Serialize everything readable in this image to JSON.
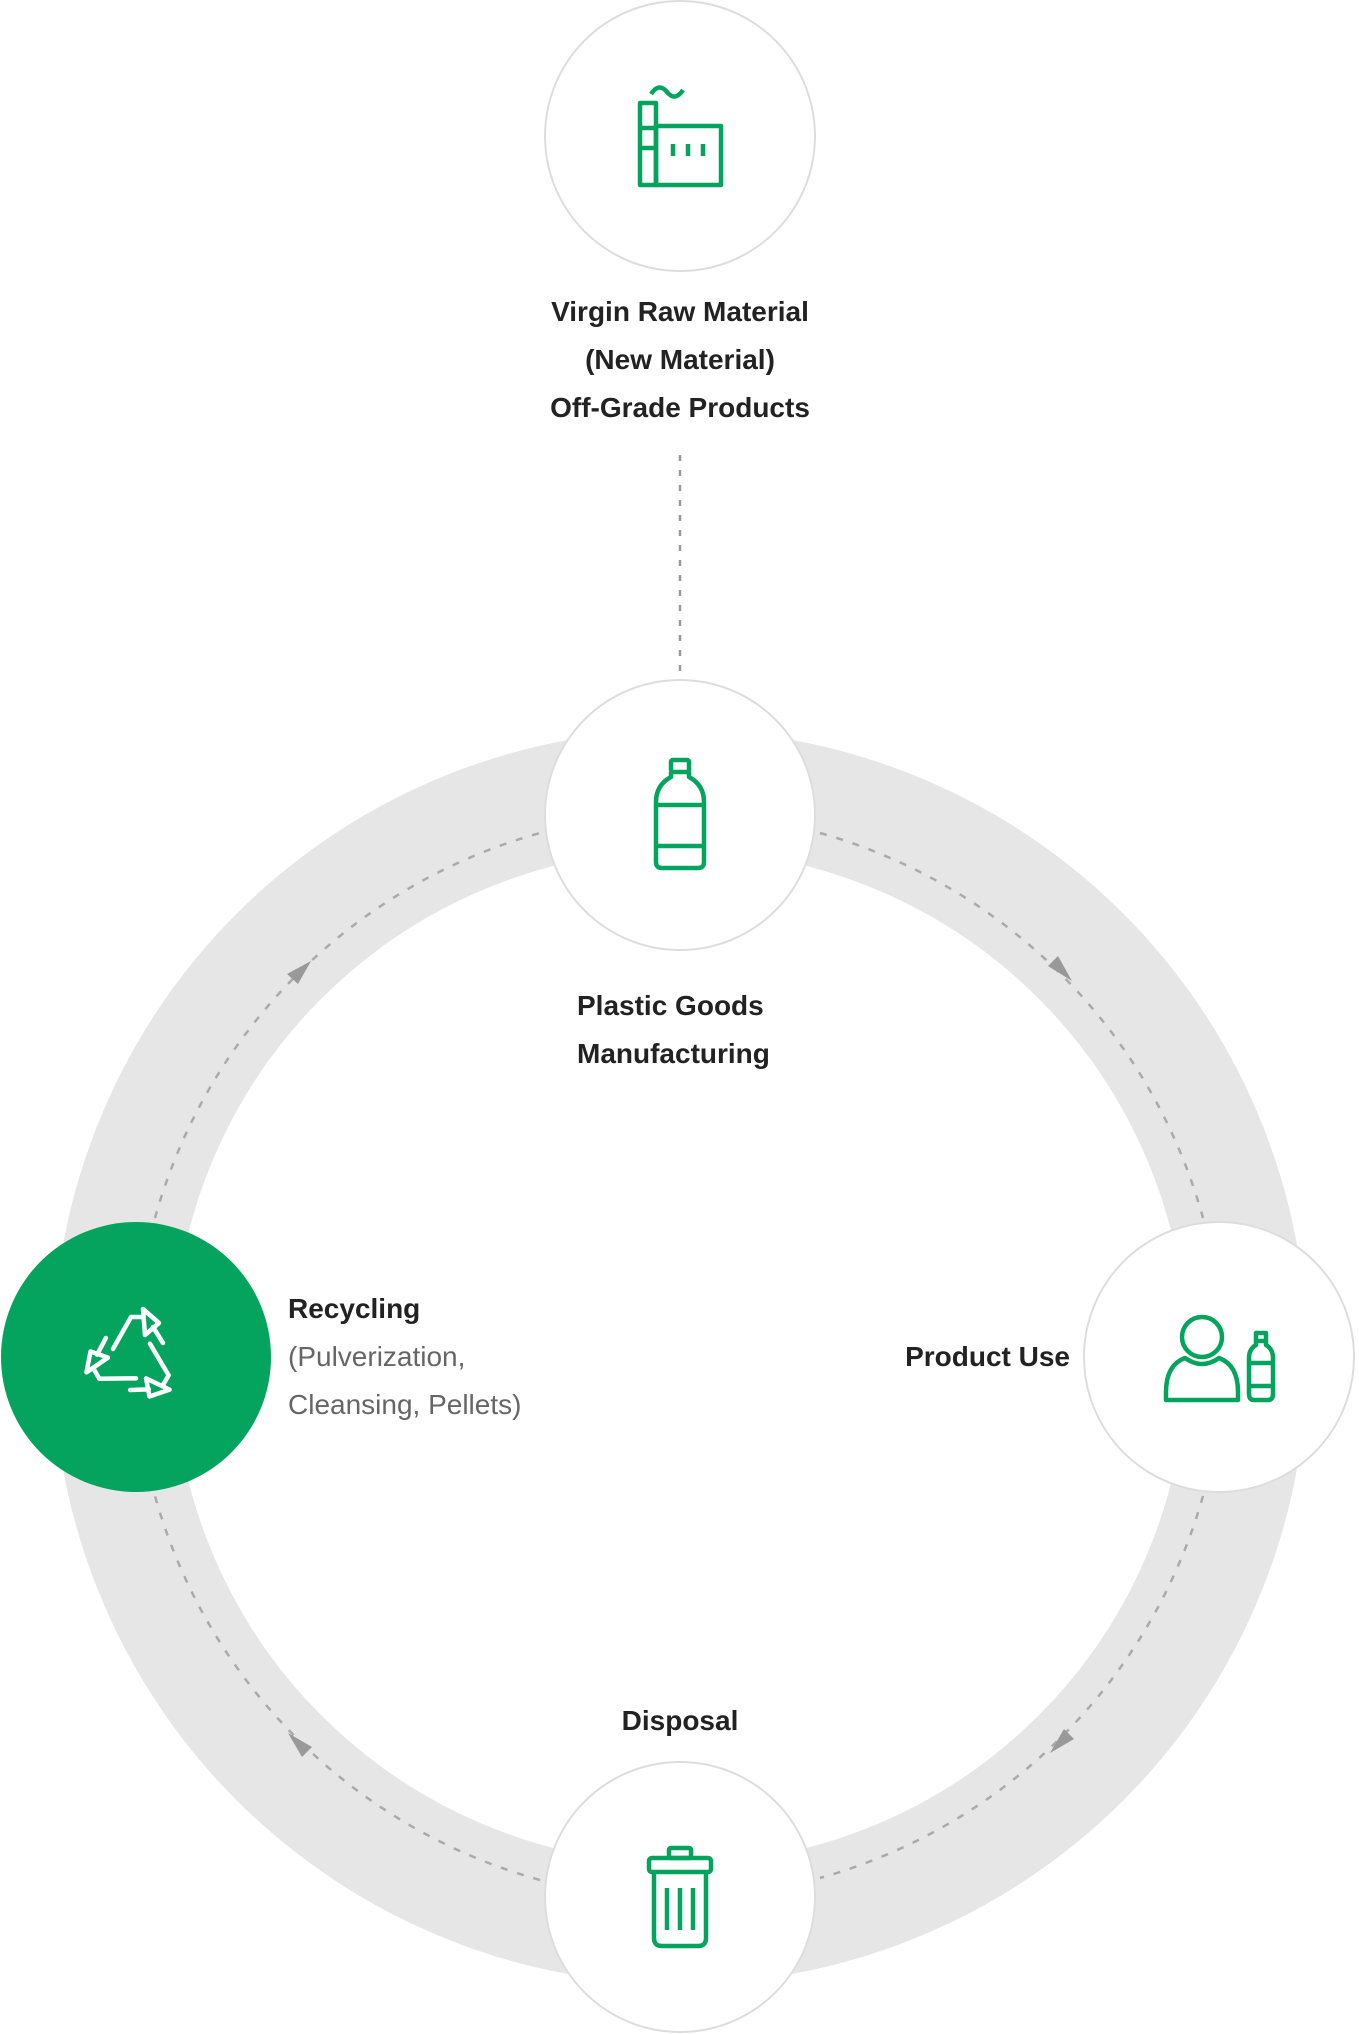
{
  "colors": {
    "accent": "#05A45E",
    "ring": "#E6E6E6",
    "node_border": "#DDDDDD",
    "text": "#222222",
    "subtext": "#666666",
    "arrow": "#999999"
  },
  "source": {
    "icon": "factory-icon",
    "lines": [
      "Virgin Raw Material",
      "(New Material)",
      "Off-Grade Products"
    ]
  },
  "nodes": {
    "manufacturing": {
      "icon": "plastic-bottle-icon",
      "lines": [
        "Plastic Goods",
        "Manufacturing"
      ]
    },
    "product_use": {
      "icon": "person-with-bottle-icon",
      "label": "Product Use"
    },
    "disposal": {
      "icon": "trash-can-icon",
      "label": "Disposal"
    },
    "recycling": {
      "icon": "recycle-icon",
      "title": "Recycling",
      "detail_lines": [
        "(Pulverization,",
        "Cleansing, Pellets)"
      ]
    }
  }
}
